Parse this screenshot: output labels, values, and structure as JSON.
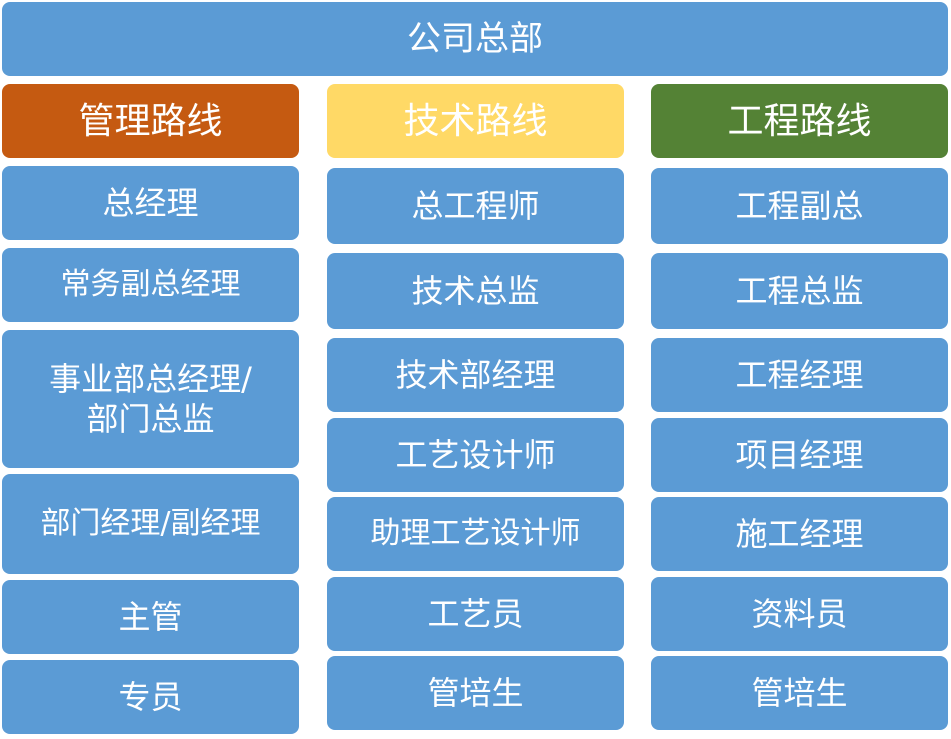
{
  "header": {
    "title": "公司总部"
  },
  "colors": {
    "box": "#5b9bd5",
    "management": "#c55a11",
    "technical": "#ffd966",
    "engineering": "#548235"
  },
  "columns": [
    {
      "title": "管理路线",
      "roles": [
        "总经理",
        "常务副总经理",
        "事业部总经理/\n部门总监",
        "部门经理/副经理",
        "主管",
        "专员"
      ]
    },
    {
      "title": "技术路线",
      "roles": [
        "总工程师",
        "技术总监",
        "技术部经理",
        "工艺设计师",
        "助理工艺设计师",
        "工艺员",
        "管培生"
      ]
    },
    {
      "title": "工程路线",
      "roles": [
        "工程副总",
        "工程总监",
        "工程经理",
        "项目经理",
        "施工经理",
        "资料员",
        "管培生"
      ]
    }
  ]
}
